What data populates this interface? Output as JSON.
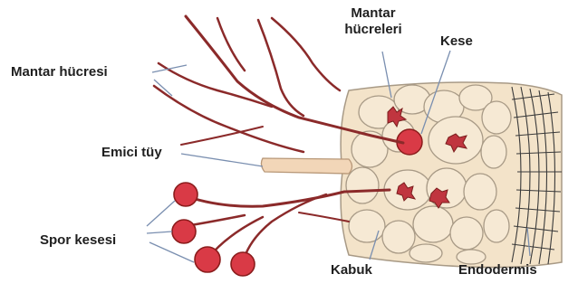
{
  "labels": {
    "fungal_cell": "Mantar hücresi",
    "fungal_cells_line1": "Mantar",
    "fungal_cells_line2": "hücreleri",
    "vesicle": "Kese",
    "root_hair": "Emici tüy",
    "sporangium": "Spor kesesi",
    "cortex": "Kabuk",
    "endodermis": "Endodermis"
  },
  "colors": {
    "hyphae": "#8b2a2a",
    "spore": "#d93a46",
    "spore_outline": "#8b1c1c",
    "cell_fill": "#f3e3c9",
    "cell_stroke": "#a89a86",
    "root_hair": "#f2d6b8",
    "leader_line": "#7a8fb0",
    "endodermis_dark": "#3a3a3a"
  }
}
